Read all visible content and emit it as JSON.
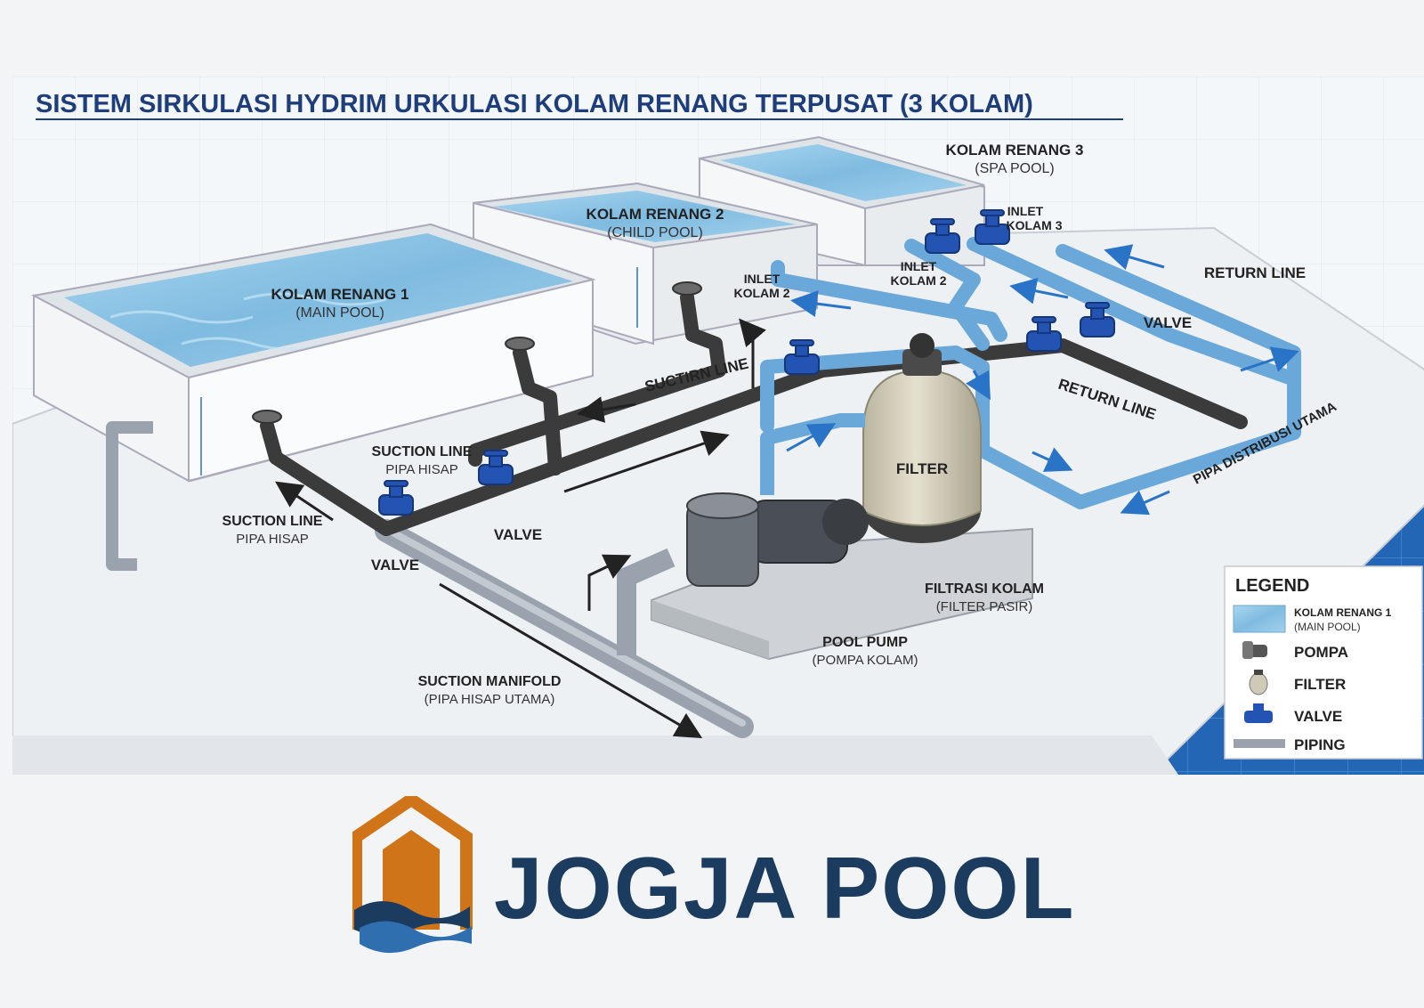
{
  "title": "SISTEM SIRKULASI HYDRIM URKULASI KOLAM RENANG TERPUSAT (3 KOLAM)",
  "pools": [
    {
      "name": "KOLAM RENANG 1",
      "sub": "(MAIN POOL)"
    },
    {
      "name": "KOLAM RENANG 2",
      "sub": "(CHILD POOL)"
    },
    {
      "name": "KOLAM RENANG 3",
      "sub": "(SPA POOL)"
    }
  ],
  "labels": {
    "suctirn_line": "SUCTIRN LINE",
    "suction_line": "SUCTION LINE",
    "pipa_hisap": "PIPA HISAP",
    "valve": "VALVE",
    "suction_manifold": "SUCTION MANIFOLD",
    "pipa_hisap_utama": "(PIPA HISAP UTAMA)",
    "inlet": "INLET",
    "kolam_2": "KOLAM 2",
    "kolam_3": "KOLAM 3",
    "return_line": "RETURN LINE",
    "pipa_distribusi": "PIPA DISTRIBUSI UTAMA",
    "filter": "FILTER",
    "filtrasi": "FILTRASI KOLAM",
    "filter_pasir": "(FILTER PASIR)",
    "pool_pump": "POOL PUMP",
    "pompa_kolam": "(POMPA KOLAM)"
  },
  "legend": {
    "title": "LEGEND",
    "items": [
      {
        "label": "KOLAM RENANG 1",
        "sub": "(MAIN POOL)",
        "icon": "water-swatch"
      },
      {
        "label": "POMPA",
        "icon": "pump-icon"
      },
      {
        "label": "FILTER",
        "icon": "filter-icon"
      },
      {
        "label": "VALVE",
        "icon": "valve-icon"
      },
      {
        "label": "PIPING",
        "icon": "pipe-icon"
      }
    ]
  },
  "brand": {
    "name": "JOGJA POOL"
  },
  "colors": {
    "title": "#1e3d7b",
    "water": "#8fc3e3",
    "return_pipe": "#6aa8da",
    "suction_pipe": "#3b3b3b",
    "valve": "#2353b3",
    "floor": "#2366b5",
    "logo_orange": "#cf7418",
    "logo_navy": "#1b3b5f"
  }
}
